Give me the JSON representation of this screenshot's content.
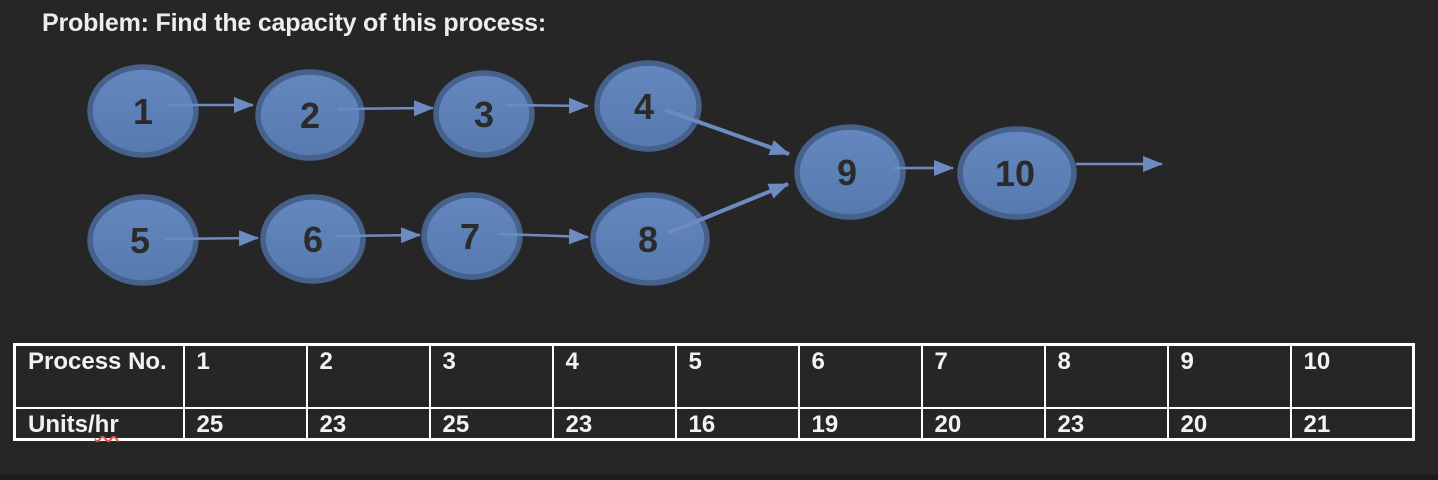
{
  "title": "Problem: Find the capacity of this process:",
  "diagram": {
    "nodes": [
      {
        "label": "1"
      },
      {
        "label": "2"
      },
      {
        "label": "3"
      },
      {
        "label": "4"
      },
      {
        "label": "5"
      },
      {
        "label": "6"
      },
      {
        "label": "7"
      },
      {
        "label": "8"
      },
      {
        "label": "9"
      },
      {
        "label": "10"
      }
    ],
    "edges": [
      {
        "from": "1",
        "to": "2"
      },
      {
        "from": "2",
        "to": "3"
      },
      {
        "from": "3",
        "to": "4"
      },
      {
        "from": "4",
        "to": "9"
      },
      {
        "from": "5",
        "to": "6"
      },
      {
        "from": "6",
        "to": "7"
      },
      {
        "from": "7",
        "to": "8"
      },
      {
        "from": "8",
        "to": "9"
      },
      {
        "from": "9",
        "to": "10"
      },
      {
        "from": "10",
        "to": "output"
      }
    ]
  },
  "table": {
    "row1_header": "Process No.",
    "row2_header_prefix": "Units/",
    "row2_header_flagged": "hr",
    "process_numbers": [
      "1",
      "2",
      "3",
      "4",
      "5",
      "6",
      "7",
      "8",
      "9",
      "10"
    ],
    "units_per_hr": [
      "25",
      "23",
      "25",
      "23",
      "16",
      "19",
      "20",
      "23",
      "20",
      "21"
    ]
  },
  "colors": {
    "background": "#262626",
    "node_fill": "#5b7eb5",
    "node_border": "#45618c",
    "connector": "#6d8bc1",
    "node_text": "#2b2b2b",
    "title_text": "#ededed",
    "table_text": "#f2f2f2",
    "table_border": "#ffffff",
    "spellcheck_underline": "#e0524d"
  }
}
